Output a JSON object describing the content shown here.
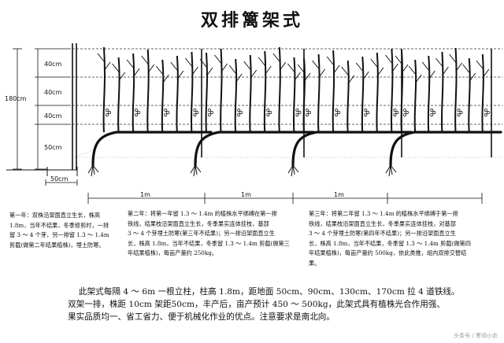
{
  "title": "双排篱架式",
  "height_labels": {
    "total": "180cm",
    "segments": [
      "40cm",
      "40cm",
      "40cm",
      "50cm"
    ]
  },
  "plant_spacing_label": "50cm",
  "row_span_labels": [
    "1m",
    "1m",
    "1m"
  ],
  "year_notes": [
    [
      "第一年：双株沿架面直立生长，株高",
      "1.8m，当年不结果，冬季修剪时，一排",
      "留 3 ～ 4 个芽，另一排留 1.3 ～ 1.4m",
      "剪截(做第二年结果植株)，埋土防寒。"
    ],
    [
      "第二年：将第一年留 1.3 ～ 1.4m 的植株水平绑缚在第一排",
      "铁线，结果枝沿架面直立生长，冬季果实连体挂枝，基部",
      "3 ～ 4 个芽埋土防寒(第三年不结果)；另一排沿架面直立生",
      "长，株高 1.8m，当年不结果，冬季留 1.3 ～ 1.4m 剪截(做第三",
      "年结果植株)，每亩产量约 250kg。"
    ],
    [
      "第三年：将第二年留 1.3 ～ 1.4m 的植株水平绑缚于第一排",
      "铁线，结果枝沿架面直立生长，冬季果实连体挂枝，对基部",
      "3 ～ 4 个芽埋土防寒(第四年不结果)；另一排沿架面直立生",
      "长，株高 1.8m，当年不结果，冬季留 1.3 ～ 1.4m 剪截(做第四",
      "年结果植株)，每亩产量约 500kg，依此类推，组内双排交替结",
      "果。"
    ]
  ],
  "summary_lines": [
    "此架式每隔 4 ～ 6m 一根立柱，柱高 1.8m，距地面 50cm、90cm、130cm、170cm 拉 4 道铁线。",
    "双架一排，株距 10cm 架距50cm，丰产后，亩产预计 450 ～ 500kg，此架式具有植株光合作用强、",
    "果实品质均一、省工省力、便于机械化作业的优点。注意要求是南北向。"
  ],
  "watermark": "头条号 / 寒领小农"
}
